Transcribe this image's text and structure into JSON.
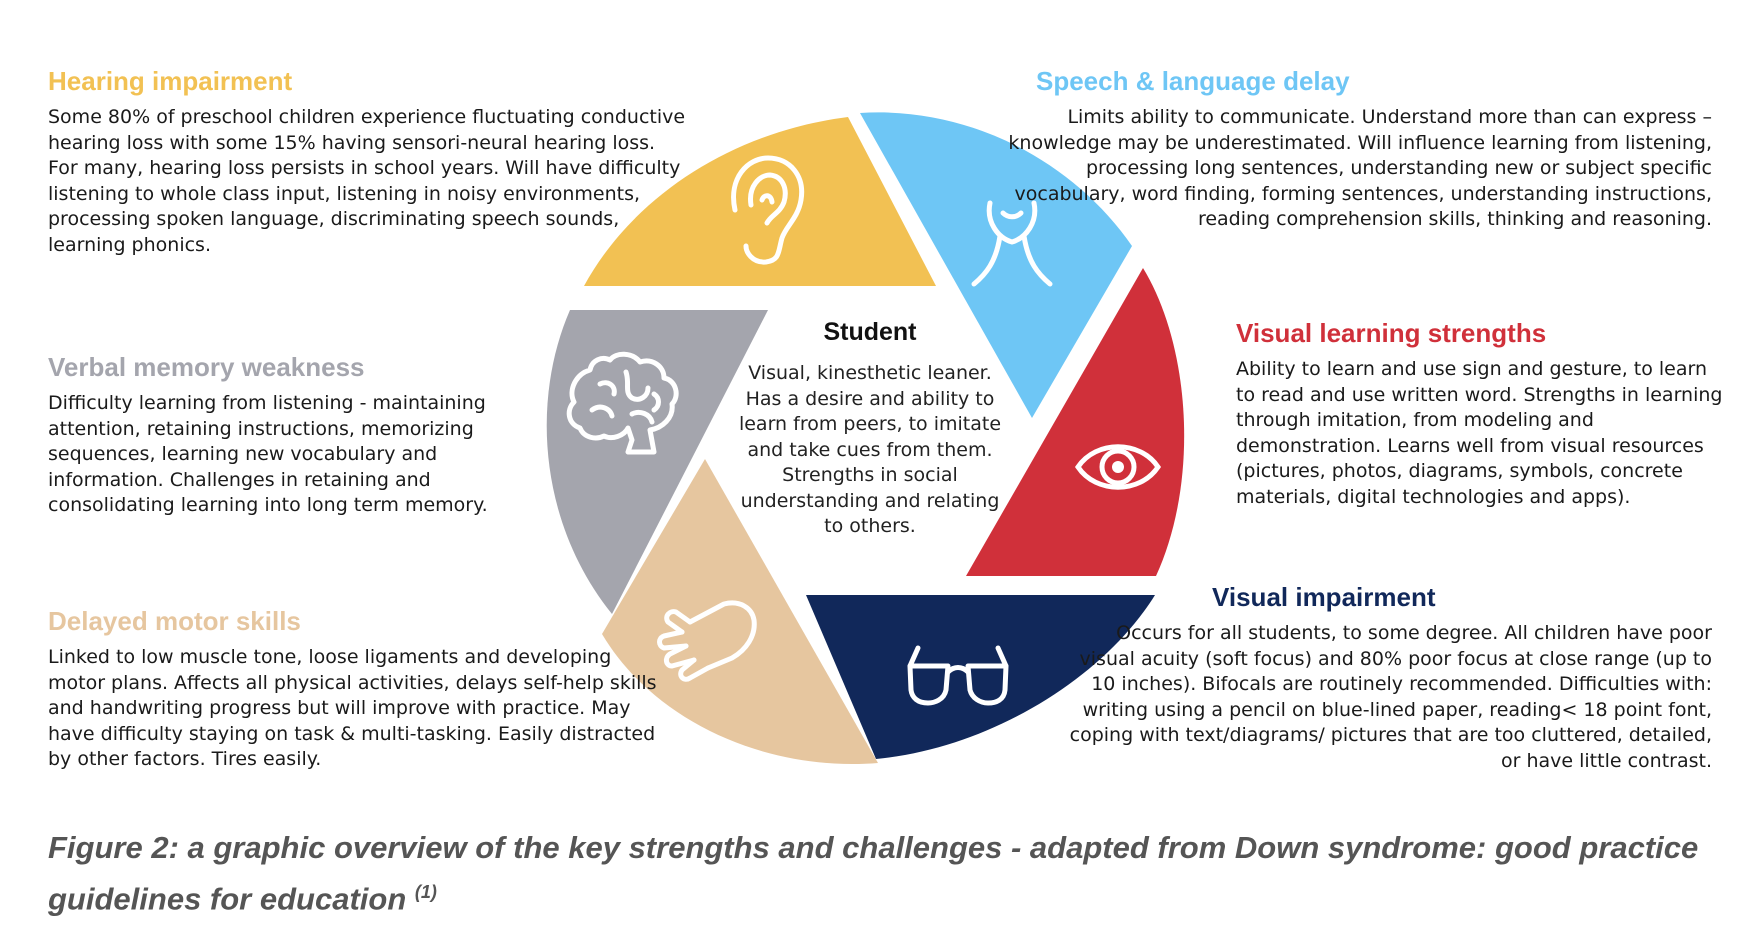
{
  "colors": {
    "hearing": "#F2C153",
    "speech": "#6EC6F5",
    "visual_strengths": "#D0303A",
    "visual_impairment": "#11285A",
    "motor": "#E6C69F",
    "verbal": "#A4A5AD"
  },
  "center": {
    "title": "Student",
    "body": "Visual, kinesthetic leaner. Has a desire and ability to learn from peers, to imitate and take cues from them. Strengths in social understanding and relating to others."
  },
  "hearing": {
    "title": "Hearing impairment",
    "body": "Some 80% of preschool children experience fluctuating conductive hearing loss with some 15% having sensori-neural hearing loss. For many, hearing loss persists in school years. Will have difficulty listening to whole class input, listening in noisy environments, processing spoken language, discriminating speech sounds, learning phonics.",
    "icon": "ear-icon"
  },
  "speech": {
    "title": "Speech & language delay",
    "body": "Limits ability to communicate. Understand more than can express – knowledge may be underestimated. Will influence learning from listening, processing long sentences, understanding new or subject specific vocabulary, word finding, forming sentences, understanding instructions, reading comprehension skills, thinking and reasoning.",
    "icon": "face-icon"
  },
  "visual_strengths": {
    "title": "Visual learning strengths",
    "body": "Ability to learn and use sign and gesture, to learn to read and use written word. Strengths in learning through imitation, from modeling and demonstration. Learns well from visual resources (pictures, photos, diagrams, symbols, concrete materials, digital technologies and apps).",
    "icon": "eye-icon"
  },
  "visual_impairment": {
    "title": "Visual impairment",
    "body": "Occurs for all students, to some degree. All children have poor visual acuity (soft focus) and 80% poor focus at close range (up to 10 inches). Bifocals are routinely recommended. Difficulties with: writing using a pencil on blue-lined paper, reading< 18 point font, coping with text/diagrams/ pictures that are too cluttered, detailed, or have little contrast.",
    "icon": "glasses-icon"
  },
  "motor": {
    "title": "Delayed motor skills",
    "body": "Linked to low muscle tone, loose ligaments and developing motor plans. Affects all physical activities, delays self-help skills and handwriting progress but will improve with practice. May have difficulty staying on task & multi-tasking. Easily distracted by other factors. Tires easily.",
    "icon": "hand-icon"
  },
  "verbal": {
    "title": "Verbal memory weakness",
    "body": "Difficulty learning from listening - maintaining attention, retaining instructions, memorizing sequences, learning new vocabulary and information. Challenges in retaining and consolidating learning into long term memory.",
    "icon": "brain-icon"
  },
  "caption": {
    "text": "Figure 2: a graphic overview of the key strengths and challenges - adapted from Down syndrome: good practice guidelines for education",
    "sup": "(1)"
  }
}
